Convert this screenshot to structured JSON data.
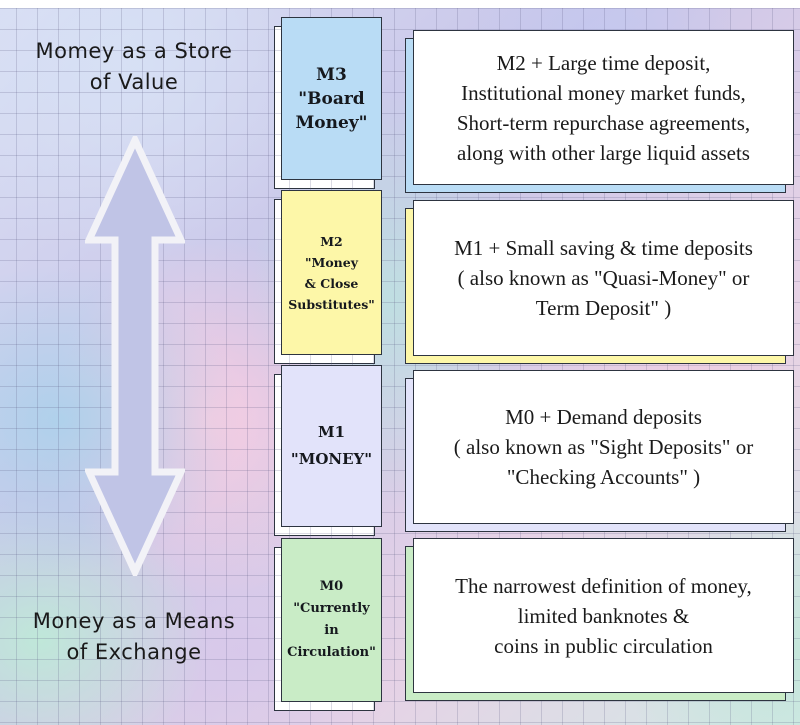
{
  "captions": {
    "top": [
      "Momey as a Store",
      "of Value"
    ],
    "bottom": [
      "Money as a Means",
      "of Exchange"
    ]
  },
  "arrow": {
    "direction": "bidirectional-vertical",
    "fill": "#c0c4e6",
    "outline": "#f1f1f6"
  },
  "levels": [
    {
      "id": "M3",
      "label_lines": [
        "M3",
        "\"Board",
        "Money\""
      ],
      "color": "#b9dcf5",
      "description_lines": [
        "M2 + Large time deposit,",
        "Institutional money market funds,",
        "Short-term repurchase agreements,",
        "along with other large liquid assets"
      ]
    },
    {
      "id": "M2",
      "label_lines": [
        "M2",
        "\"Money",
        "& Close",
        "Substitutes\""
      ],
      "color": "#fdf7a8",
      "description_lines": [
        "M1 + Small saving & time deposits",
        "( also known as \"Quasi-Money\" or",
        "Term Deposit\" )"
      ]
    },
    {
      "id": "M1",
      "label_lines": [
        "M1",
        "\"MONEY\""
      ],
      "color": "#e2e3fa",
      "description_lines": [
        "M0 + Demand deposits",
        "( also known as \"Sight Deposits\" or",
        "\"Checking Accounts\" )"
      ]
    },
    {
      "id": "M0",
      "label_lines": [
        "M0",
        "\"Currently",
        "in",
        "Circulation\""
      ],
      "color": "#c9ecc6",
      "description_lines": [
        "The narrowest definition of money,",
        "limited banknotes &",
        "coins in public circulation"
      ]
    }
  ]
}
